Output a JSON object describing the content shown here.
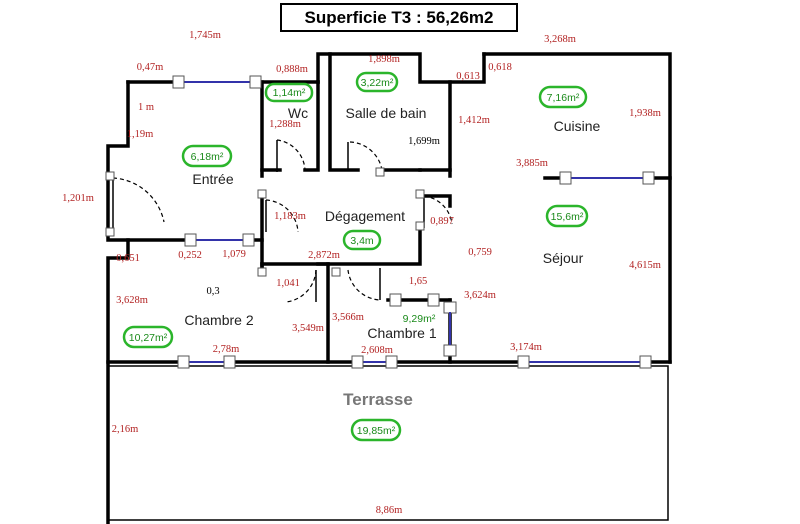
{
  "title": "Superficie T3 : 56,26m2",
  "rooms": {
    "wc": "Wc",
    "salle_de_bain": "Salle de bain",
    "cuisine": "Cuisine",
    "entree": "Entrée",
    "degagement": "Dégagement",
    "sejour": "Séjour",
    "chambre2": "Chambre 2",
    "chambre1": "Chambre 1",
    "terrasse": "Terrasse"
  },
  "areas": {
    "wc": "1,14m²",
    "salle_de_bain": "3,22m²",
    "cuisine": "7,16m²",
    "entree": "6,18m²",
    "degagement": "3,4m",
    "sejour": "15,6m²",
    "chambre2": "10,27m²",
    "chambre1": "9,29m²",
    "terrasse": "19,85m²"
  },
  "dimensions": {
    "d1": "1,745m",
    "d2": "0,47m",
    "d3": "0,888m",
    "d4": "1,898m",
    "d5": "3,268m",
    "d6": "0,613",
    "d7": "0,618",
    "d8": "1 m",
    "d9": "1,938m",
    "d10": "1,412m",
    "d11": "1,19m",
    "d12": "1,288m",
    "d13": "1,699m",
    "d14": "3,885m",
    "d15": "1,201m",
    "d16": "1,183m",
    "d17": "0,897",
    "d18": "0,651",
    "d19": "0,252",
    "d20": "1,079",
    "d21": "2,872m",
    "d22": "0,759",
    "d23": "4,615m",
    "d24": "0,3",
    "d25": "1,041",
    "d26": "1,65",
    "d27": "3,628m",
    "d28": "3,624m",
    "d29": "3,549m",
    "d30": "3,566m",
    "d31": "2,78m",
    "d32": "2,608m",
    "d33": "3,174m",
    "d34": "2,16m",
    "d35": "8,86m"
  }
}
